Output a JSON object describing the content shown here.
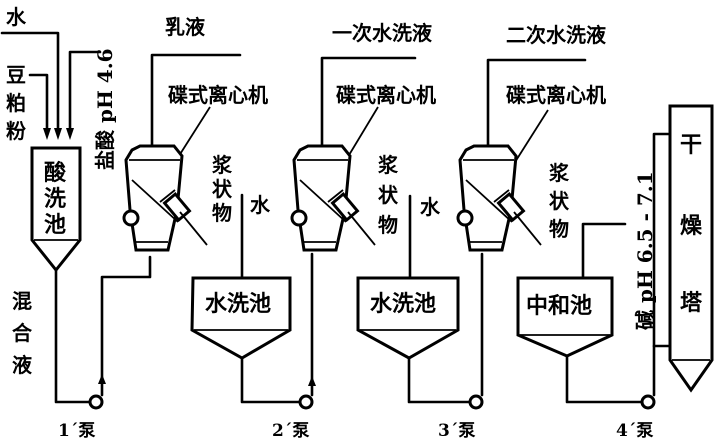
{
  "inputs": {
    "water": "水",
    "soy_meal": [
      "豆",
      "粕",
      "粉"
    ],
    "acid": "盐酸 pH 4.6"
  },
  "tanks": {
    "acid_wash": [
      "酸",
      "洗",
      "池"
    ],
    "water_wash_1": "水洗池",
    "water_wash_2": "水洗池",
    "neutralize": "中和池"
  },
  "mixture_label": [
    "混",
    "合",
    "液"
  ],
  "centrifuges": [
    {
      "label": "碟式离心机",
      "outflow": "乳液",
      "slurry": [
        "浆",
        "状",
        "物"
      ]
    },
    {
      "label": "碟式离心机",
      "outflow": "一次水洗液",
      "slurry": [
        "浆",
        "状",
        "物"
      ]
    },
    {
      "label": "碟式离心机",
      "outflow": "二次水洗液",
      "slurry": [
        "浆",
        "状",
        "物"
      ]
    }
  ],
  "water_inlets": [
    "水",
    "水"
  ],
  "alkali": "碱 pH 6.5 - 7.1",
  "dryer": [
    "干",
    "燥",
    "塔"
  ],
  "pumps": [
    "1ˊ泵",
    "2ˊ泵",
    "3ˊ泵",
    "4ˊ泵"
  ]
}
